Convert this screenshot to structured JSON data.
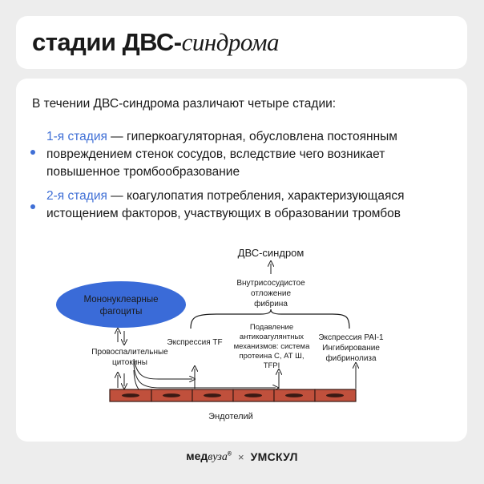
{
  "title": {
    "bold": "стадии ДВС-",
    "italic": "синдрома"
  },
  "intro": "В течении ДВС-синдрома различают четыре стадии:",
  "stages": [
    {
      "label": "1-я стадия",
      "text": " — гиперкоагуляторная, обусловлена постоянным повреждением стенок сосудов, вследствие чего возникает повышенное тромбообразование"
    },
    {
      "label": "2-я стадия",
      "text": " — коагулопатия потребления, характеризующаяся истощением факторов, участвующих в образовании тромбов"
    }
  ],
  "diagram": {
    "top": "ДВС-синдром",
    "deposition": [
      "Внутрисосудистое",
      "отложение",
      "фибрина"
    ],
    "phagocytes": [
      "Мононуклеарные",
      "фагоциты"
    ],
    "cytokines": [
      "Провоспалительные",
      "цитокины"
    ],
    "tf": "Экспрессия TF",
    "suppression": [
      "Подавление",
      "антикоагулянтных",
      "механизмов: система",
      "протеина С, АТ Ш,",
      "TFPI"
    ],
    "pai": [
      "Экспрессия PAI-1",
      "Ингибирование",
      "фибринолиза"
    ],
    "endothelium": "Эндотелий"
  },
  "colors": {
    "accent": "#3f6fd6",
    "cell": "#c0503c",
    "phagocyte": "#3a6bd8"
  },
  "footer": {
    "brand1_a": "мед",
    "brand1_b": "вуза",
    "reg": "®",
    "separator": "×",
    "brand2": "УМСКУЛ"
  }
}
